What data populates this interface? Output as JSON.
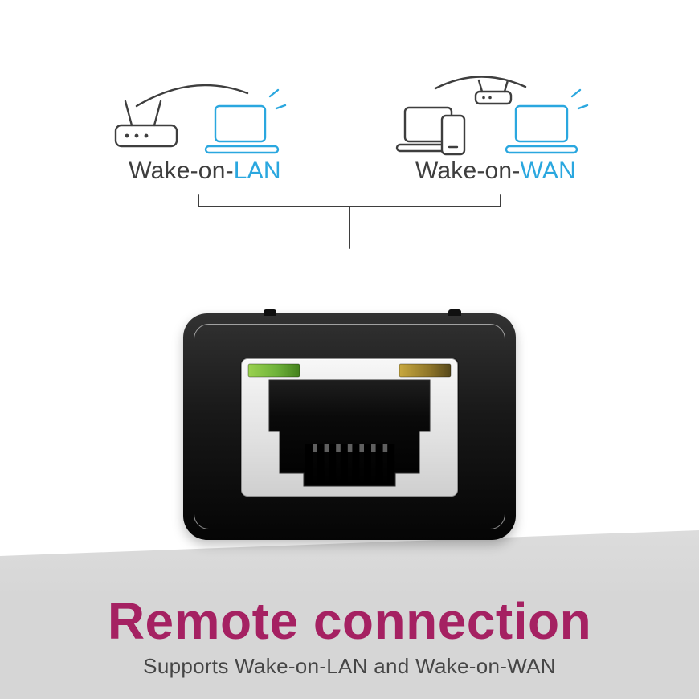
{
  "wol": {
    "prefix": "Wake-on-",
    "suffix": "LAN"
  },
  "wow": {
    "prefix": "Wake-on-",
    "suffix": "WAN"
  },
  "banner": {
    "title": "Remote connection",
    "subtitle": "Supports Wake-on-LAN and Wake-on-WAN"
  },
  "colors": {
    "accent_blue": "#2aa7df",
    "line_dark": "#3e3e3e",
    "title_magenta": "#a52162",
    "subtitle_gray": "#464646",
    "band_gray": "#d6d6d6",
    "led_green": "#6fb33a",
    "led_amber": "#a08434",
    "device_black": "#141414"
  },
  "icons": {
    "left_group": [
      "router-icon",
      "connection-arc-icon",
      "laptop-wake-icon"
    ],
    "right_group": [
      "laptop-icon",
      "phone-icon",
      "mini-router-icon",
      "connection-arc-icon",
      "laptop-wake-icon"
    ],
    "device": [
      "ethernet-port-icon",
      "green-led",
      "amber-led"
    ]
  }
}
